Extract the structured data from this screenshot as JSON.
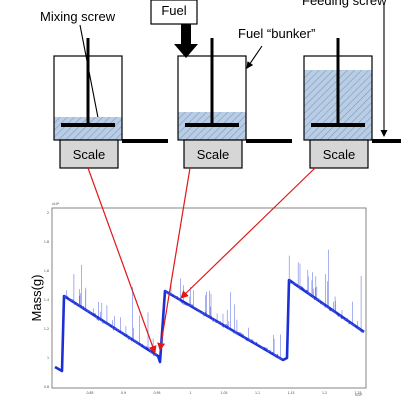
{
  "labels": {
    "mixing_screw": "Mixing screw",
    "fuel": "Fuel",
    "fuel_bunker": "Fuel “bunker”",
    "feeding_screw": "Feeding screw",
    "scale_1": "Scale",
    "scale_2": "Scale",
    "scale_3": "Scale"
  },
  "plot": {
    "ylabel": "Mass(g)",
    "x_exponent": "x10⁴",
    "y_exponent": "x10⁴",
    "x_ticks": [
      "0.85",
      "0.9",
      "0.95",
      "1",
      "1.05",
      "1.1",
      "1.15",
      "1.2",
      "1.25"
    ],
    "y_ticks": [
      "2",
      "1.8",
      "1.6",
      "1.4",
      "1.2",
      "1",
      "0.8"
    ]
  },
  "colors": {
    "fill_hatch": "#a9c0dc",
    "signal": "#1a2fd6",
    "arrow": "#e01818",
    "scale_fill": "#d6d6d6"
  }
}
